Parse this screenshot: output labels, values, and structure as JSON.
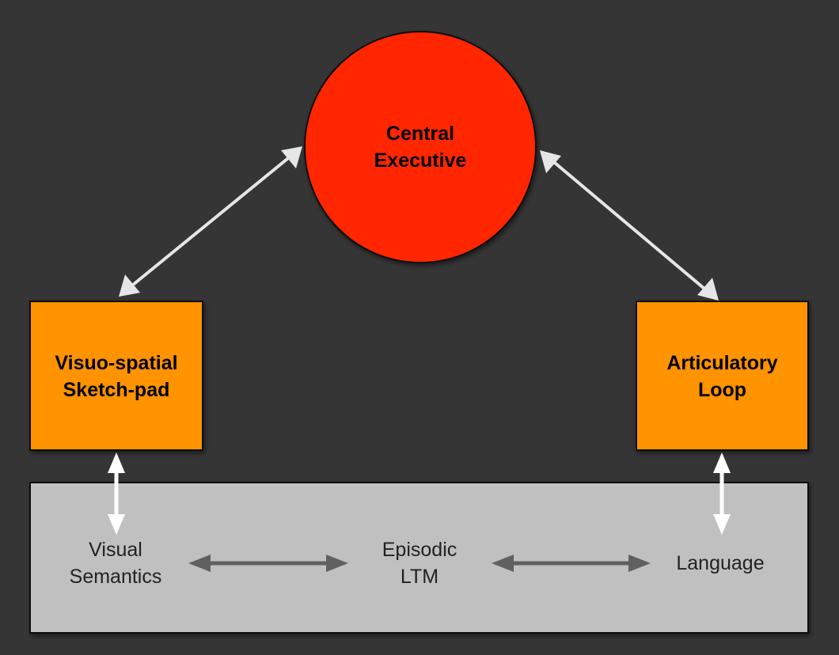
{
  "diagram": {
    "central_executive": {
      "label": "Central\nExecutive",
      "color": "#ff2600"
    },
    "visuo_spatial": {
      "label": "Visuo-spatial\nSketch-pad",
      "color": "#ff9300"
    },
    "articulatory": {
      "label": "Articulatory\nLoop",
      "color": "#ff9300"
    },
    "ltm_panel": {
      "color": "#c0c0c0"
    },
    "visual_semantics": {
      "label": "Visual\nSemantics"
    },
    "episodic_ltm": {
      "label": "Episodic\nLTM"
    },
    "language": {
      "label": "Language"
    },
    "colors": {
      "background": "#353535",
      "arrow_light": "#e6e6e6",
      "arrow_white": "#ffffff",
      "arrow_dark": "#606060"
    }
  }
}
